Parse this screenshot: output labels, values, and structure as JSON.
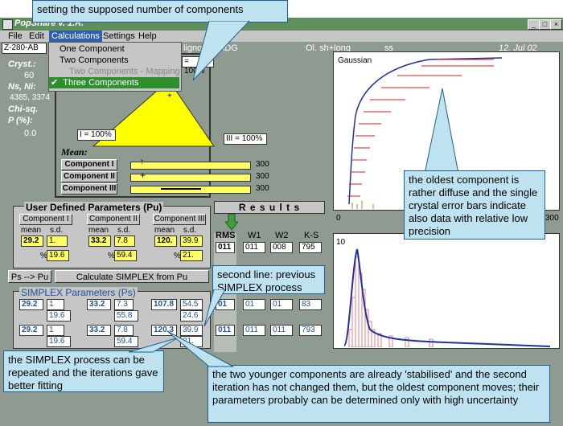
{
  "window": {
    "title": "PopShare  v. 1.R.",
    "date": "12. Jul 02"
  },
  "menu": {
    "file": "File",
    "edit": "Edit",
    "calculations": "Calculations",
    "settings": "Settings",
    "help": "Help"
  },
  "dropdown": {
    "items": [
      "One Component",
      "Two Components",
      "Two Components - Mapping",
      "Three Components"
    ]
  },
  "header_fields": {
    "sample": "Z-280-AB",
    "ligno": "ligno",
    "adg": "ADG",
    "ol": "Ol. sh+long",
    "ss": "ss"
  },
  "left_stats": {
    "cryst_label": "Cryst.:",
    "cryst_value": "60",
    "ns_label": "Ns, Ni:",
    "ns_value": "4385, 3374",
    "chi_label": "Chi-sq.",
    "p_label": "P (%):",
    "p_value": "0.0"
  },
  "triangle": {
    "top_label": "= 100%",
    "left_label": "I = 100%",
    "right_label": "III = 100%"
  },
  "mean": {
    "title": "Mean:",
    "components": [
      {
        "label": "Component I",
        "max": "300"
      },
      {
        "label": "Component II",
        "max": "300"
      },
      {
        "label": "Component III",
        "max": "300"
      }
    ]
  },
  "user_params": {
    "title": "User Defined Parameters  (Pu)",
    "components": [
      {
        "label": "Component I",
        "mean": "29.2",
        "sd": "1.",
        "pct": "19.6"
      },
      {
        "label": "Component II",
        "mean": "33.2",
        "sd": "7.8",
        "pct": "59.4"
      },
      {
        "label": "Component III",
        "mean": "120.",
        "sd": "39.9",
        "pct": "21."
      }
    ],
    "mean_label": "mean",
    "sd_label": "s.d.",
    "pct_label": "%"
  },
  "buttons": {
    "ps_pu": "Ps --> Pu",
    "calc_simplex": "Calculate SIMPLEX from Pu"
  },
  "simplex": {
    "title": "SIMPLEX Parameters  (Ps)",
    "row1": {
      "m1": "29.2",
      "s1": "1",
      "p1": "19.6",
      "m2": "33.2",
      "s2": "7.3",
      "p2": "55.8",
      "m3": "107.8",
      "s3": "54.5",
      "p3": "24.6"
    },
    "row2": {
      "m1": "29.2",
      "s1": "1",
      "p1": "19.6",
      "m2": "33.2",
      "s2": "7.8",
      "p2": "59.4",
      "m3": "120.3",
      "s3": "39.9",
      "p3": "21."
    }
  },
  "results": {
    "title": "R e s u l t s",
    "headers": [
      "RMS",
      "W1",
      "W2",
      "K-S"
    ],
    "row0": [
      "011",
      "011",
      "008",
      "795"
    ],
    "row1": [
      "01",
      "01",
      "01",
      "83"
    ],
    "row2": [
      "011",
      "011",
      "011",
      "793"
    ]
  },
  "graph_top": {
    "label": "Gaussian",
    "axis_start": "0",
    "axis_end": "300"
  },
  "graph_bottom": {
    "label": "10"
  },
  "callouts": {
    "top": "setting the supposed number of components",
    "right": "the oldest component is rather diffuse and the single crystal error bars indicate also data with relative low precision",
    "mid": "second line: previous SIMPLEX process",
    "left": "the SIMPLEX process can be repeated and the iterations gave better fitting",
    "bottom": "the two younger components are already 'stabilised' and the second iteration has not changed them, but the oldest component moves; their parameters probably can be determined only with high uncertainty"
  },
  "colors": {
    "window_bg": "#8f9b90",
    "yellow": "#ffff66",
    "callout": "#bfe2f0",
    "highlight": "#2f8f2f"
  }
}
